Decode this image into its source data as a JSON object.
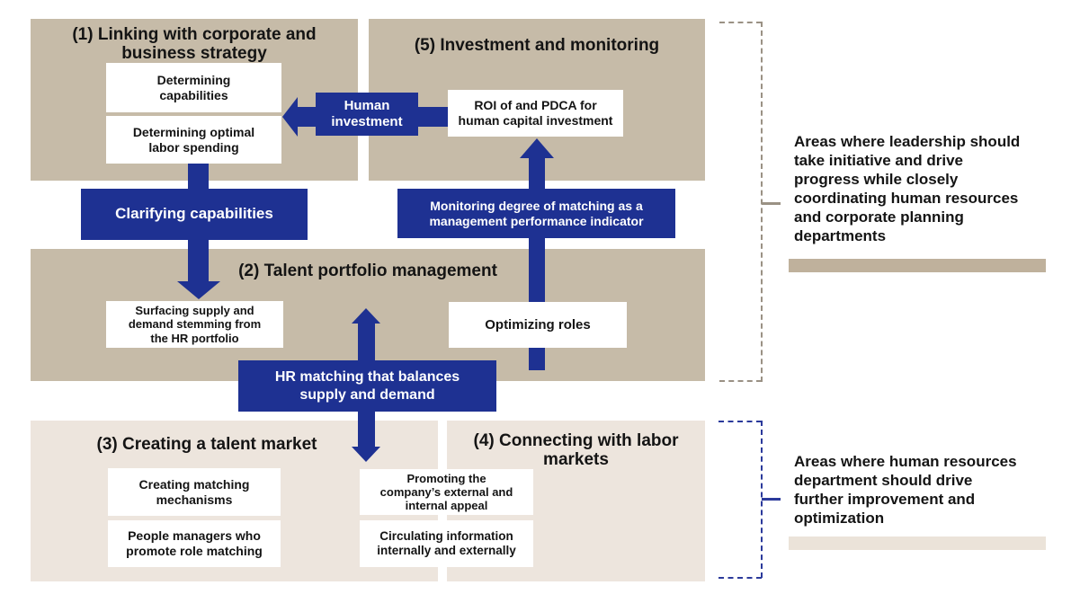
{
  "colors": {
    "tan": "#c6bba8",
    "light": "#ede5dd",
    "blue": "#1e3192",
    "text": "#1a1a1a",
    "bar1": "#bfb19c",
    "bar2": "#ebe3d9",
    "bracket1": "#9a9184",
    "bracket2": "#2b3a9b"
  },
  "boxes": {
    "b1": {
      "title": "(1) Linking with corporate and\nbusiness strategy",
      "card1": "Determining\ncapabilities",
      "card2": "Determining optimal\nlabor spending"
    },
    "b5": {
      "title": "(5) Investment and monitoring",
      "card1": "ROI of and PDCA for\nhuman capital investment"
    },
    "b2": {
      "title": "(2) Talent portfolio management",
      "card1": "Surfacing supply and\ndemand stemming from\nthe HR portfolio",
      "card2": "Optimizing roles"
    },
    "b3": {
      "title": "(3) Creating a talent market",
      "card1": "Creating matching\nmechanisms",
      "card2": "People managers who\npromote role matching"
    },
    "b4": {
      "title": "(4) Connecting with labor\nmarkets",
      "card1": "Promoting the\ncompany’s external and\ninternal appeal",
      "card2": "Circulating information\ninternally and externally"
    }
  },
  "labels": {
    "human_investment": "Human\ninvestment",
    "clarifying": "Clarifying capabilities",
    "monitoring": "Monitoring degree of matching as a\nmanagement performance indicator",
    "hr_matching": "HR matching that balances\nsupply and demand"
  },
  "annotations": {
    "leadership": "Areas where leadership should\ntake initiative and drive\nprogress while closely\ncoordinating human resources\nand corporate planning\ndepartments",
    "hr_dept": "Areas where human resources\ndepartment should drive\nfurther improvement and\noptimization"
  }
}
